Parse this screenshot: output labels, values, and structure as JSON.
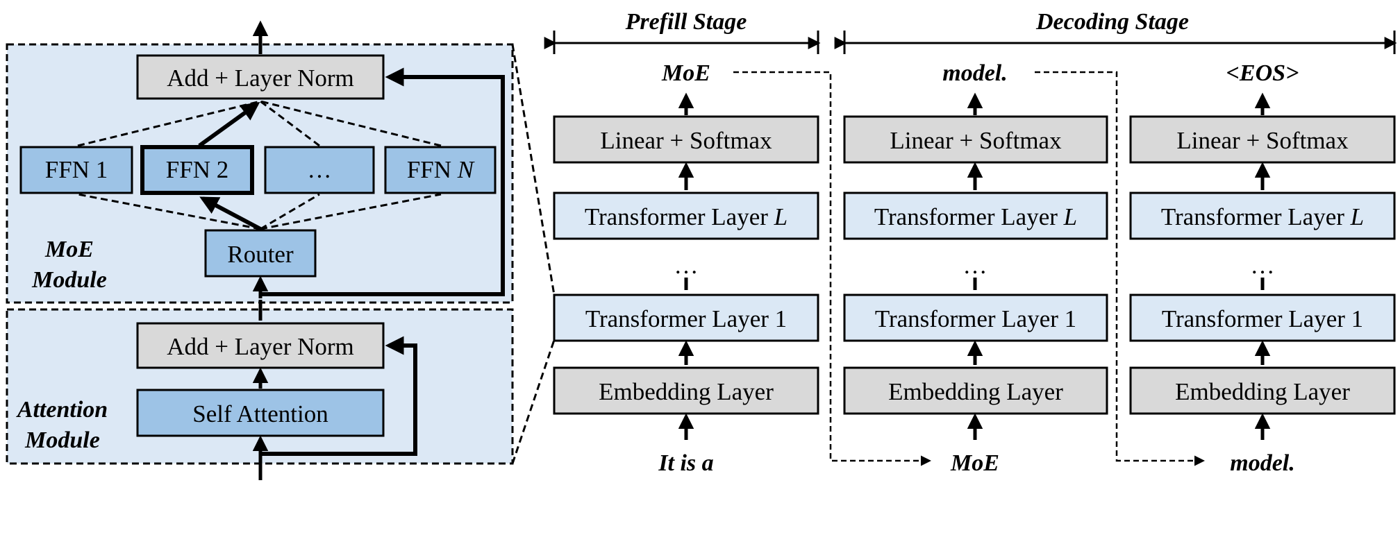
{
  "colors": {
    "module_bg": "#dce8f5",
    "expert_blue": "#9dc3e6",
    "layer_light": "#dbe8f5",
    "layer_gray": "#d9d9d9",
    "stroke": "#000000"
  },
  "moe_module": {
    "title_line1": "MoE",
    "title_line2": "Module",
    "add_norm": "Add + Layer Norm",
    "router": "Router",
    "experts": [
      {
        "label": "FFN 1"
      },
      {
        "label": "FFN 2"
      },
      {
        "label": "…"
      },
      {
        "label": "FFN ",
        "italic_suffix": "N"
      }
    ]
  },
  "attention_module": {
    "title_line1": "Attention",
    "title_line2": "Module",
    "add_norm": "Add + Layer Norm",
    "self_attention": "Self Attention"
  },
  "stages": {
    "prefill": "Prefill Stage",
    "decoding": "Decoding Stage"
  },
  "columns": [
    {
      "output": "MoE",
      "linear": "Linear + Softmax",
      "layer_l": "Transformer Layer ",
      "layer_l_italic": "L",
      "dots": "…",
      "layer_1": "Transformer Layer 1",
      "embedding": "Embedding Layer",
      "input": "It is a"
    },
    {
      "output": "model.",
      "linear": "Linear + Softmax",
      "layer_l": "Transformer Layer ",
      "layer_l_italic": "L",
      "dots": "…",
      "layer_1": "Transformer Layer 1",
      "embedding": "Embedding Layer",
      "input": "MoE"
    },
    {
      "output": "<EOS>",
      "linear": "Linear + Softmax",
      "layer_l": "Transformer Layer ",
      "layer_l_italic": "L",
      "dots": "…",
      "layer_1": "Transformer Layer 1",
      "embedding": "Embedding Layer",
      "input": "model."
    }
  ]
}
